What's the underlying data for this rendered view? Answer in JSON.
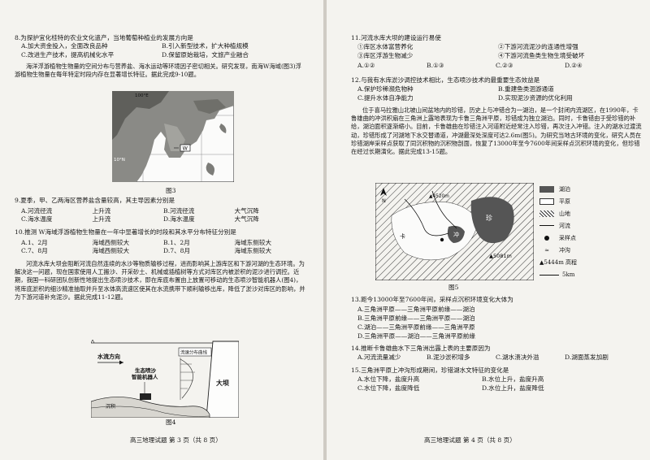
{
  "left": {
    "q8": {
      "stem": "8.为探护宜化桂特的农业文化遗产，当地葡萄种植业的发展方向是",
      "a": "A.加大资金投入，全面改良品种",
      "b": "B.引入新型技术，扩大种植规模",
      "c": "C.改进生产技术，提高机械化水平",
      "d": "D.保留原始栽培，文旅产业融合"
    },
    "passage1": "海洋浮游植物生物量的空间分布与营养盐、海水运动等环境因子密切相关。研究发现，南海W海域(图3)浮游植物生物量在每年特定时段内存在显著增长特征。据此完成9-10题。",
    "map3": {
      "lon_label": "100°E",
      "lat_label": "10°N",
      "marker": "W",
      "caption": "图3"
    },
    "q9": {
      "stem": "9.夏季，甲、乙两海区营养盐含量较高，其主导因素分别是",
      "a_1": "A.河流径流",
      "a_2": "上升流",
      "b_1": "B.河流径流",
      "b_2": "大气沉降",
      "c_1": "C.海水温度",
      "c_2": "上升流",
      "d_1": "D.海水温度",
      "d_2": "大气沉降"
    },
    "q10": {
      "stem": "10.推测 W海域浮游植物生物量在一年中显著增长的时段和其水平分布特征分别是",
      "a_1": "A.1、2月",
      "a_2": "海域西侧较大",
      "b_1": "B.1、2月",
      "b_2": "海域东侧较大",
      "c_1": "C.7、8月",
      "c_2": "海域西侧较大",
      "d_1": "D.7、8月",
      "d_2": "海域东侧较大"
    },
    "passage2": "河流水库大坝会阻断河流自然连续的水沙等物质输移过程，进而影响其上游库区和下游河湖的生态环境。为解决这一问题，现在国家使用人工搬沙、开采砂土、机械或插植树等方式对库区内被淤积的泥沙进行调控。近期，我国一科研团队创新性地提出生态喷沙技术，即在库底布置由上放置可移动的生态喷沙智能机器人(图4)，将库底淤积的细沙精准抽取并升至水体高流速区使其在水流携带下顺利输移出库，降低了淤沙对库区的影响，并为下游河道补充泥沙。据此完成11-12题。",
    "fig4": {
      "flow_label": "水流方向",
      "robot_label": "生态喷沙\n智能机器人",
      "dist_label": "流速分布曲线",
      "dam_label": "大坝",
      "bed_label": "沉积",
      "caption": "图4"
    },
    "footer": "高三地理试题  第 3 页（共 8 页）"
  },
  "right": {
    "q11": {
      "stem": "11.河流水库大坝的建设运行易使",
      "o1": "①库区水体富营养化",
      "o2": "②下游河流泥沙的连通性增强",
      "o3": "③库区浮游生物减少",
      "o4": "④下游河流鱼类生物生境受破坏",
      "a": "A.①②",
      "b": "B.①③",
      "c": "C.②③",
      "d": "D.②④"
    },
    "q12": {
      "stem": "12.与我有水库淤沙调控技术相比，生态喷沙技术的最重要生态效益是",
      "a": "A.保护珍稀濒危物种",
      "b": "B.重建鱼类洄游通道",
      "c": "C.提升水体自净能力",
      "d": "D.实现泥沙资源的优化利用"
    },
    "passage3": "位于喜马拉雅山北坡山间盆地内的珍错，历史上与冲错合为一湖泊，是一个封闭内流湖区，在1990年，卡鲁雄曲的冲洪积扇在三角洲上露地表现为卡鲁三角洲平原，珍错成为独立湖泊。同时，卡鲁错由于受珍错的补给，湖泊面积逐渐缩小。目前，卡鲁雄曲在珍错注入河道附近经常注入珍错，再次注入冲错。注入的湖水过渡流动，珍错形成了河湖地下水交替通道，冲湖最深处深度可达2.6m(图5)。为研究当地古环境的变化，研究人员在珍错湖岸采样点获取了同沉积物的沉积物剖面，恢复了13000年至今7600年间采样点沉积环境的变化，但珍错在经过长期演化。据此完成13-15题。",
    "map5": {
      "n_label": "N",
      "peak1": "▲5081m",
      "peak2": "▲4520m",
      "lake_zhen": "珍",
      "lake_chong": "冲",
      "river_label": "卡",
      "caption": "图5",
      "legend": {
        "lake": "湖泊",
        "plain": "平原",
        "mountain": "山地",
        "river": "河流",
        "sample": "采样点",
        "fan": "冲沟",
        "elev": "▲5444m 高程",
        "scale": "5km"
      }
    },
    "q13": {
      "stem": "13.距今13000年至7600年间，采样点沉积环境变化大体为",
      "a": "A.三角洲平原——三角洲平原前缘——湖泊",
      "b": "B.三角洲平原前缘——三角洲平原——湖泊",
      "c": "C.湖泊——三角洲平原前缘——三角洲平原",
      "d": "D.三角洲平原——湖泊——三角洲平原前缘"
    },
    "q14": {
      "stem": "14.推断卡鲁雄曲水下三角洲出露上表的主要原因为",
      "a": "A.河流流量减少",
      "b": "B.泥沙淤积增多",
      "c": "C.湖水溃决外溢",
      "d": "D.湖面蒸发加剧"
    },
    "q15": {
      "stem": "15.三角洲平原上冲沟形成期间，珍错湖水文特征的变化是",
      "a": "A.水位下降，盐度升高",
      "b": "B.水位上升，盐度升高",
      "c": "C.水位下降，盐度降低",
      "d": "D.水位上升，盐度降低"
    },
    "footer": "高三地理试题  第 4 页（共 8 页）"
  }
}
